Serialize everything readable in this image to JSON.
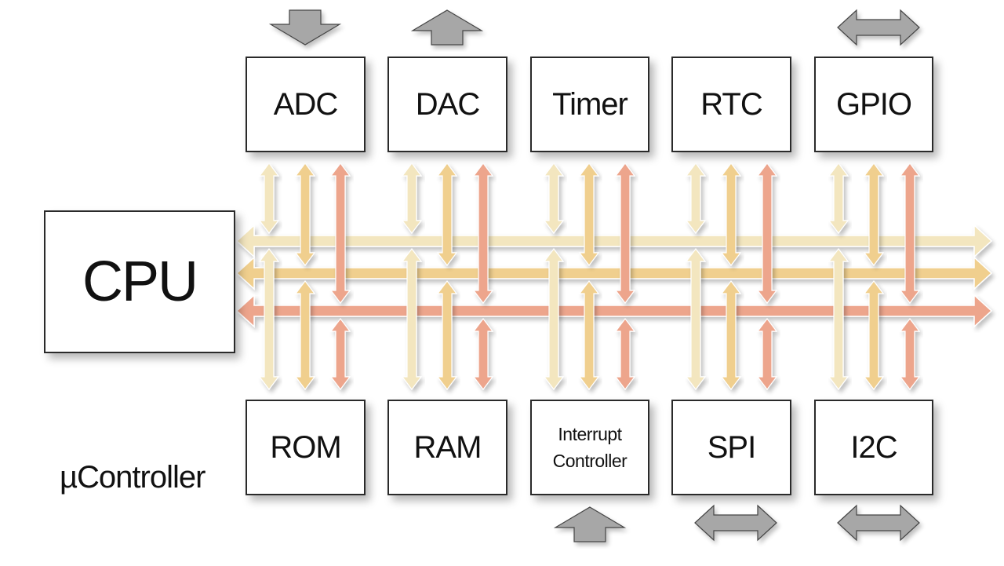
{
  "diagram": {
    "caption": "µController",
    "cpu": {
      "label": "CPU"
    },
    "top_blocks": [
      {
        "key": "adc",
        "label": "ADC",
        "io": "in"
      },
      {
        "key": "dac",
        "label": "DAC",
        "io": "out"
      },
      {
        "key": "timer",
        "label": "Timer",
        "io": "none"
      },
      {
        "key": "rtc",
        "label": "RTC",
        "io": "none"
      },
      {
        "key": "gpio",
        "label": "GPIO",
        "io": "bidirectional"
      }
    ],
    "bottom_blocks": [
      {
        "key": "rom",
        "label": "ROM",
        "io": "none"
      },
      {
        "key": "ram",
        "label": "RAM",
        "io": "none"
      },
      {
        "key": "interrupt",
        "label_line1": "Interrupt",
        "label_line2": "Controller",
        "io": "in"
      },
      {
        "key": "spi",
        "label": "SPI",
        "io": "bidirectional"
      },
      {
        "key": "i2c",
        "label": "I2C",
        "io": "bidirectional"
      }
    ],
    "bus_colors": [
      "#f3e6bf",
      "#f0cf8e",
      "#eda58c"
    ],
    "io_arrow_color": "#a7a7a7"
  }
}
